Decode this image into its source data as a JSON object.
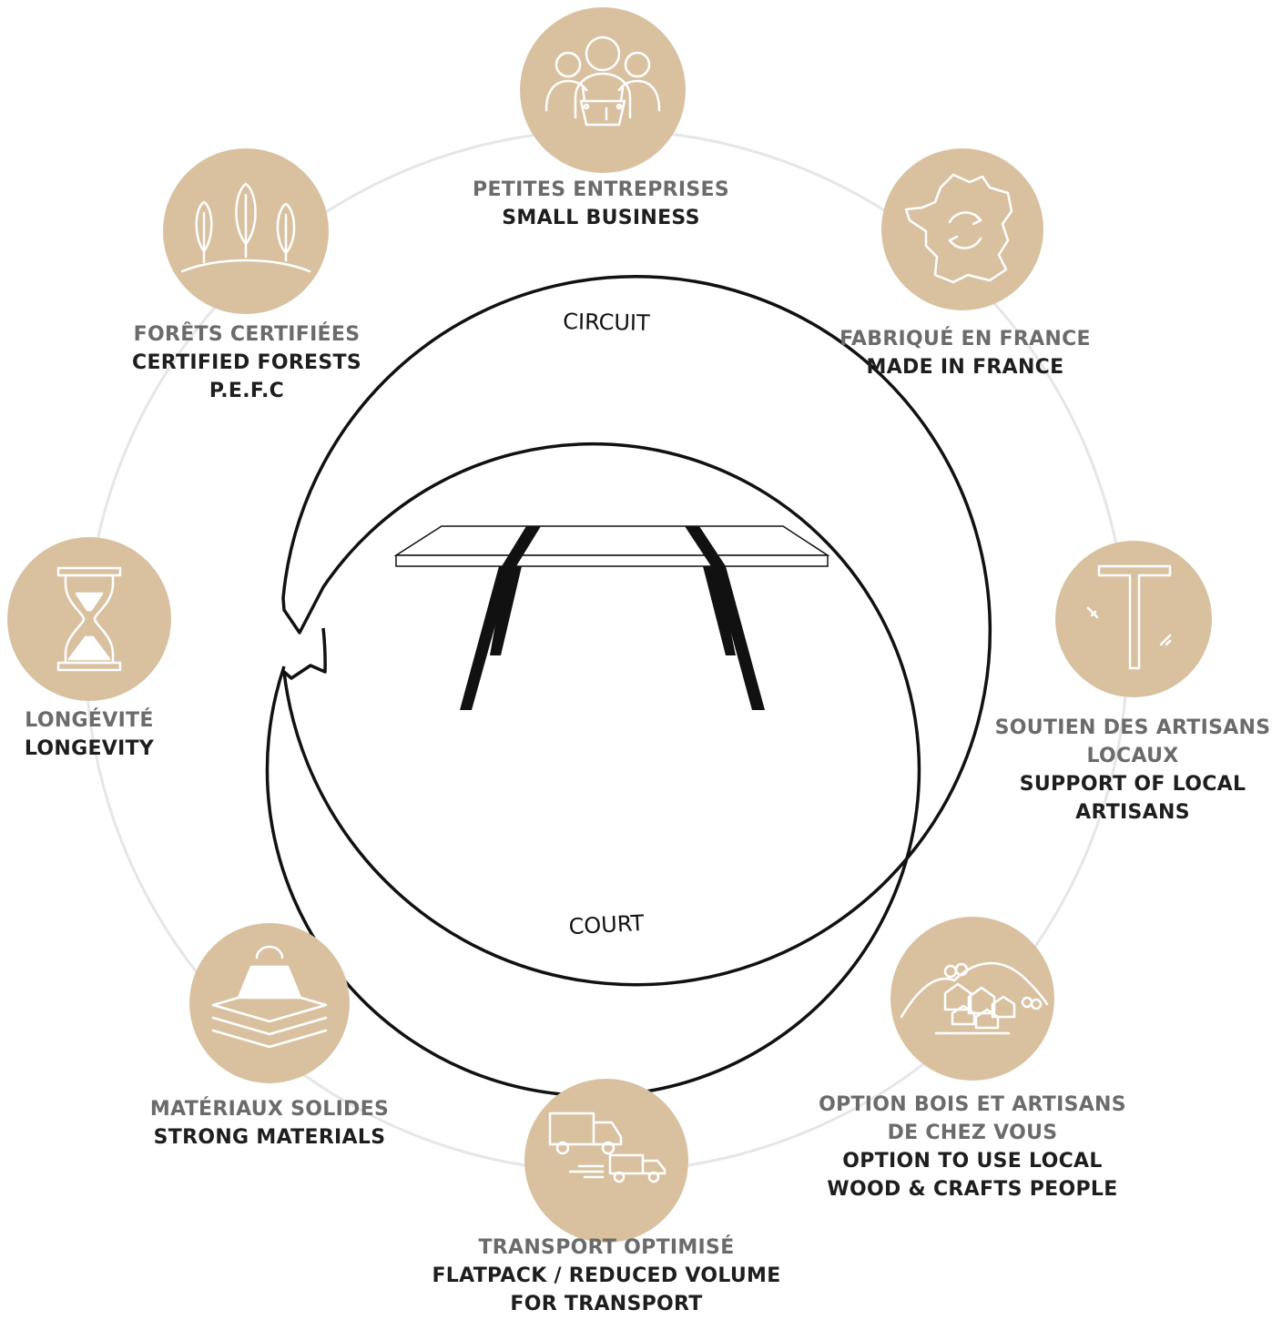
{
  "colors": {
    "circle_fill": "#d9c1a0",
    "ring": "#e6e6e6",
    "fr_text": "#6b6b6b",
    "en_text": "#1e1e1e",
    "icon_line": "#ffffff"
  },
  "center": {
    "top_word": "CIRCUIT",
    "bottom_word": "COURT",
    "image": "table-illustration"
  },
  "items": [
    {
      "id": "small-business",
      "icon": "artisans-group-icon",
      "fr": [
        "PETITES ENTREPRISES"
      ],
      "en": [
        "SMALL BUSINESS"
      ]
    },
    {
      "id": "made-in-france",
      "icon": "france-map-icon",
      "fr": [
        "FABRIQUÉ EN FRANCE"
      ],
      "en": [
        "MADE IN FRANCE"
      ]
    },
    {
      "id": "local-artisans",
      "icon": "hand-plane-tool-icon",
      "fr": [
        "SOUTIEN DES ARTISANS",
        "LOCAUX"
      ],
      "en": [
        "SUPPORT OF LOCAL",
        "ARTISANS"
      ]
    },
    {
      "id": "local-wood",
      "icon": "village-hills-icon",
      "fr": [
        "OPTION BOIS ET ARTISANS",
        "DE CHEZ VOUS"
      ],
      "en": [
        "OPTION TO USE LOCAL",
        "WOOD & CRAFTS PEOPLE"
      ]
    },
    {
      "id": "transport",
      "icon": "delivery-trucks-icon",
      "fr": [
        "TRANSPORT OPTIMISÉ"
      ],
      "en": [
        "FLATPACK / REDUCED VOLUME",
        "FOR TRANSPORT"
      ]
    },
    {
      "id": "strong-materials",
      "icon": "weight-layers-icon",
      "fr": [
        "MATÉRIAUX SOLIDES"
      ],
      "en": [
        "STRONG MATERIALS"
      ]
    },
    {
      "id": "longevity",
      "icon": "hourglass-icon",
      "fr": [
        "LONGÉVITÉ"
      ],
      "en": [
        "LONGEVITY"
      ]
    },
    {
      "id": "certified-forests",
      "icon": "trees-icon",
      "fr": [
        "FORÊTS CERTIFIÉES"
      ],
      "en": [
        "CERTIFIED FORESTS",
        "P.E.F.C"
      ]
    }
  ]
}
